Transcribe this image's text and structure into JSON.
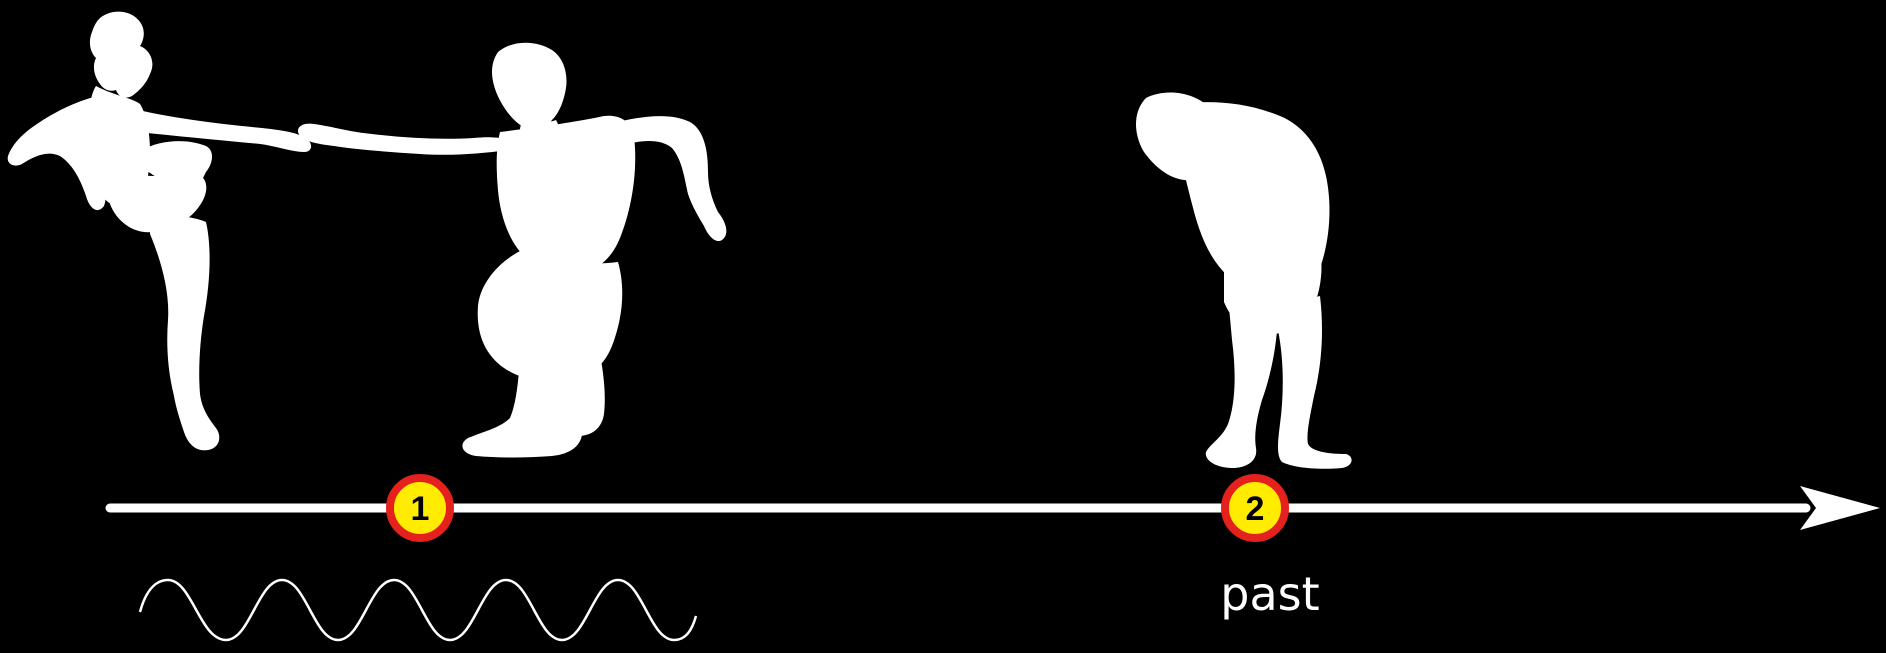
{
  "colors": {
    "background": "#000000",
    "figure": "#ffffff",
    "timeline": "#ffffff",
    "marker_fill": "#ffec00",
    "marker_ring": "#e4211c"
  },
  "scene": {
    "figures": [
      {
        "name": "woman-dancer-silhouette"
      },
      {
        "name": "man-dancer-silhouette"
      },
      {
        "name": "bent-over-man-silhouette"
      }
    ],
    "markers": [
      {
        "label": "1"
      },
      {
        "label": "2"
      }
    ],
    "caption": "past",
    "icons": [
      "timeline-arrow",
      "wave-line"
    ]
  }
}
